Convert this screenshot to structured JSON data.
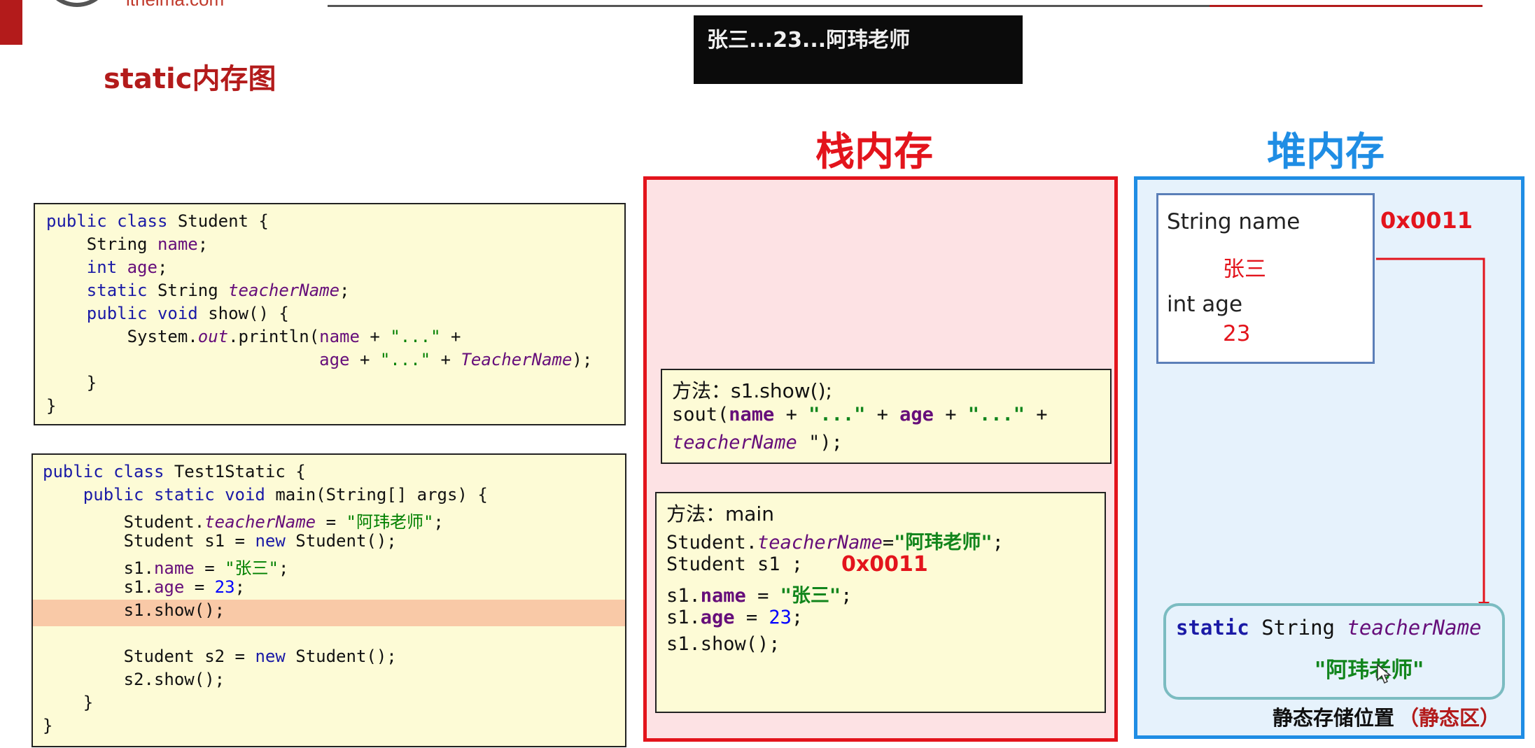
{
  "header": {
    "logo_text": "itheima.com",
    "subtitle_banner": "张三...23...阿玮老师",
    "slide_title": "static内存图"
  },
  "colors": {
    "accent_red": "#b31b1b",
    "stack_border": "#e3141c",
    "stack_bg": "#fde2e4",
    "heap_border": "#1f8de4",
    "heap_bg": "#e6f2fc",
    "code_bg": "#fdfbd6",
    "highlight_row": "#f9c9a7"
  },
  "code_student": [
    "public class Student {",
    "    String name;",
    "    int age;",
    "    static String teacherName;",
    "    public void show() {",
    "        System.out.println(name + \"...\" +",
    "                           age + \"...\" + TeacherName);",
    "    }",
    "}"
  ],
  "code_test": [
    "public class Test1Static {",
    "    public static void main(String[] args) {",
    "        Student.teacherName = \"阿玮老师\";",
    "        Student s1 = new Student();",
    "        s1.name = \"张三\";",
    "        s1.age = 23;",
    "        s1.show();",
    "",
    "        Student s2 = new Student();",
    "        s2.show();",
    "    }",
    "}"
  ],
  "stack": {
    "heading": "栈内存",
    "frame_show": {
      "title": "方法：s1.show();",
      "line1": "sout(name + \"...\" + age + \"...\" +",
      "line2": "teacherName \");"
    },
    "frame_main": {
      "title": "方法：main",
      "lines": [
        "Student.teacherName=\"阿玮老师\";",
        "Student s1 ;",
        "s1.name = \"张三\";",
        "s1.age = 23;",
        "s1.show();"
      ],
      "address": "0x0011"
    }
  },
  "heap": {
    "heading": "堆内存",
    "object": {
      "field_name_label": "String name",
      "field_name_value": "张三",
      "field_age_label": "int age",
      "field_age_value": "23",
      "address": "0x0011"
    },
    "static_area": {
      "declaration": "static String teacherName",
      "value": "\"阿玮老师\"",
      "caption": "静态存储位置",
      "caption_paren": "（静态区）"
    }
  }
}
